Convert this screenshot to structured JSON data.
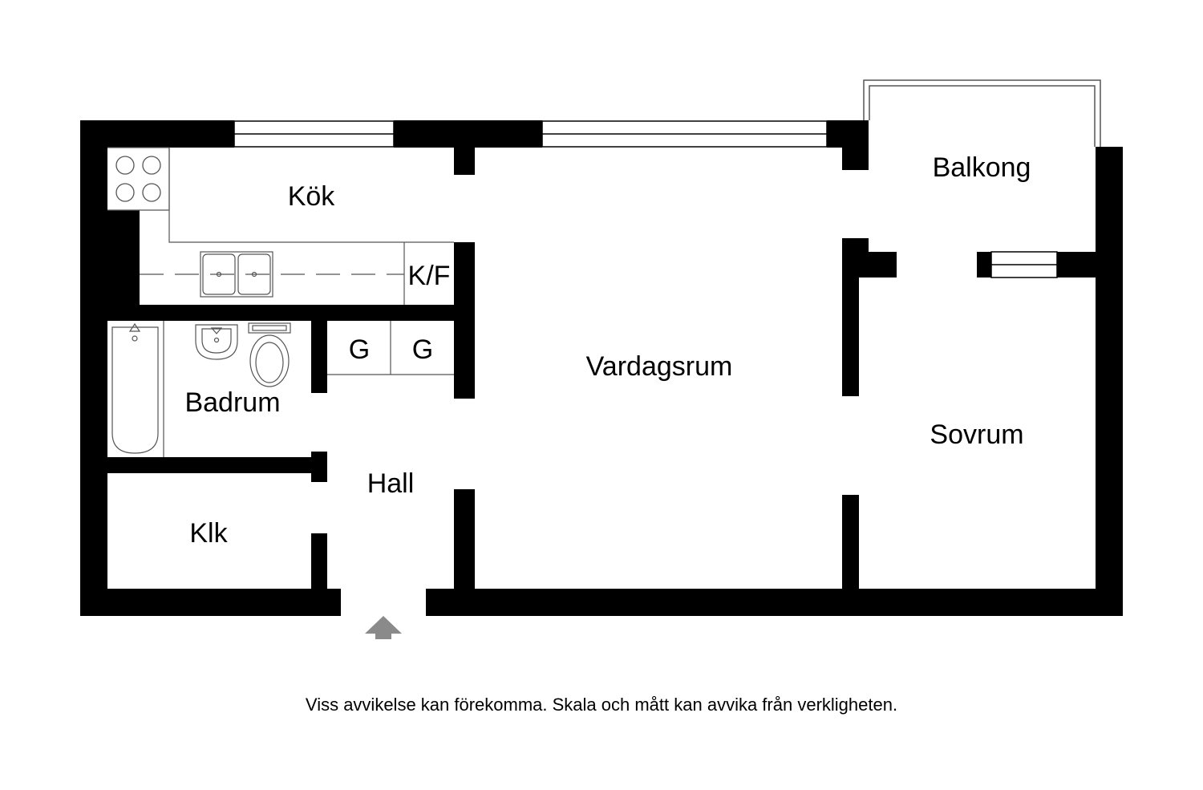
{
  "plan": {
    "rooms": {
      "kok": "Kök",
      "vardagsrum": "Vardagsrum",
      "balkong": "Balkong",
      "sovrum": "Sovrum",
      "badrum": "Badrum",
      "hall": "Hall",
      "klk": "Klk"
    },
    "fixtures": {
      "fridge_freezer": "K/F",
      "wardrobe_1": "G",
      "wardrobe_2": "G"
    },
    "colors": {
      "wall": "#000000",
      "fixture_line": "#555555",
      "entrance_arrow": "#8a8a8a"
    }
  },
  "footer": {
    "disclaimer": "Viss avvikelse kan förekomma. Skala och mått kan avvika från verkligheten."
  }
}
